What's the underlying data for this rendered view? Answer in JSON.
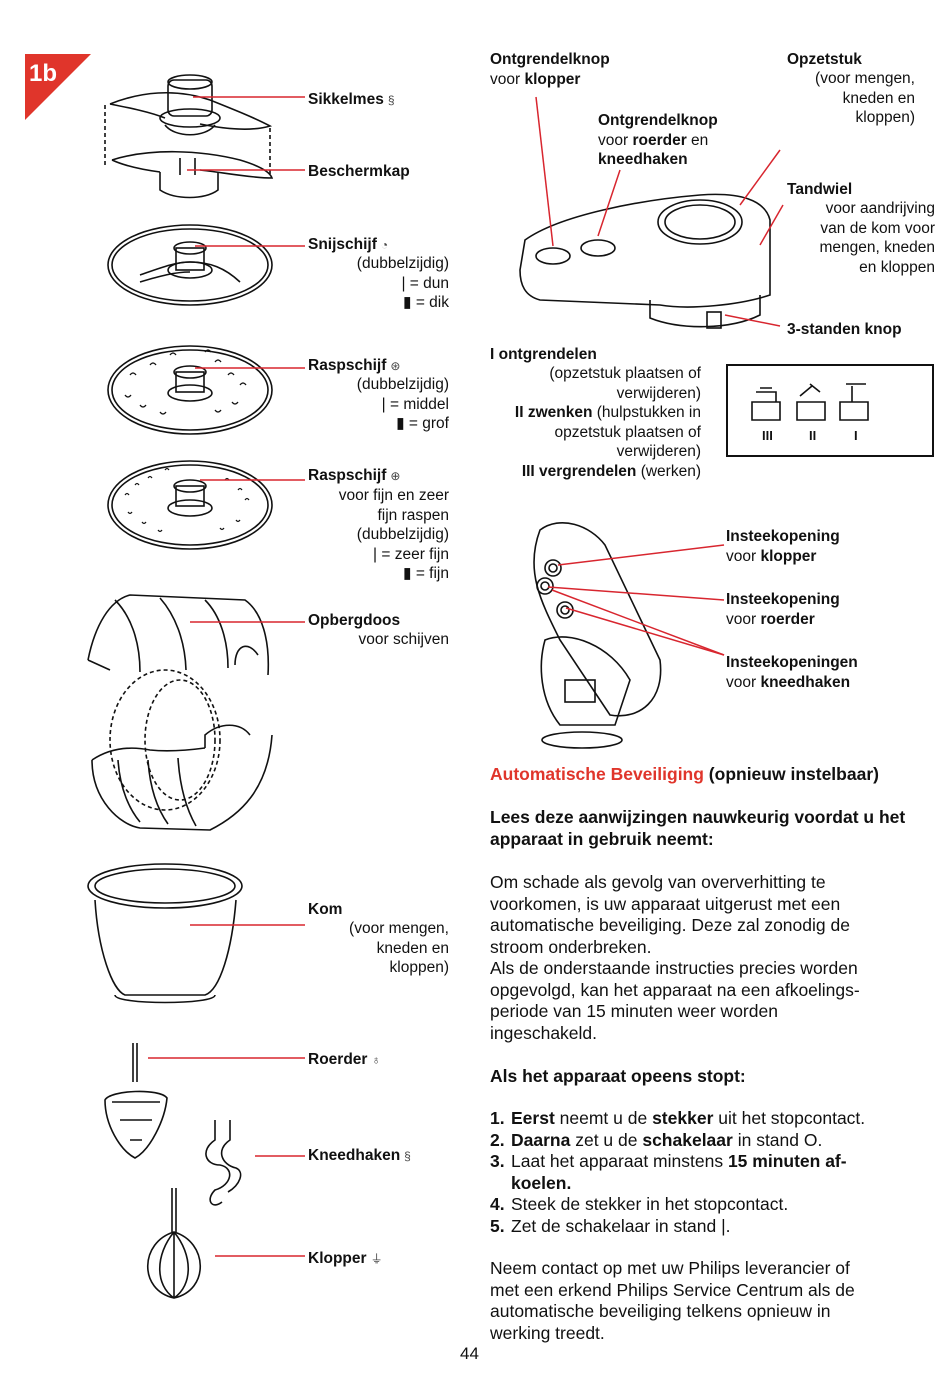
{
  "section_tag": "1b",
  "page_number": "44",
  "left_labels": {
    "sikkelmes": {
      "name": "Sikkelmes"
    },
    "beschermkap": {
      "name": "Beschermkap"
    },
    "snijschijf": {
      "name": "Snijschijf",
      "l1": "(dubbelzijdig)",
      "l2": "| = dun",
      "l3": "= dik"
    },
    "raspschijf1": {
      "name": "Raspschijf",
      "l1": "(dubbelzijdig)",
      "l2": "| = middel",
      "l3": "= grof"
    },
    "raspschijf2": {
      "name": "Raspschijf",
      "l1": "voor fijn en zeer",
      "l2": "fijn raspen",
      "l3": "(dubbelzijdig)",
      "l4": "| = zeer fijn",
      "l5": "= fijn"
    },
    "opbergdoos": {
      "name": "Opbergdoos",
      "l1": "voor schijven"
    },
    "kom": {
      "name": "Kom",
      "l1": "(voor mengen,",
      "l2": "kneden en",
      "l3": "kloppen)"
    },
    "roerder": {
      "name": "Roerder"
    },
    "kneedhaken": {
      "name": "Kneedhaken"
    },
    "klopper": {
      "name": "Klopper"
    }
  },
  "top_right": {
    "ontgr_klopper": {
      "l1": "Ontgrendelknop",
      "l2a": "voor ",
      "l2b": "klopper"
    },
    "ontgr_roerder": {
      "l1": "Ontgrendelknop",
      "l2a": "voor ",
      "l2b": "roerder",
      "l2c": " en",
      "l3": "kneedhaken"
    },
    "opzetstuk": {
      "name": "Opzetstuk",
      "l1": "(voor mengen,",
      "l2": "kneden en",
      "l3": "kloppen)"
    },
    "tandwiel": {
      "name": "Tandwiel",
      "l1": "voor aandrijving",
      "l2": "van de kom voor",
      "l3": "mengen,  kneden",
      "l4": "en kloppen"
    },
    "knop": {
      "name": "3-standen knop"
    }
  },
  "positions": {
    "p1_name": "I ontgrendelen",
    "p1_l1": "(opzetstuk plaatsen of",
    "p1_l2": "verwijderen)",
    "p2_name": "II zwenken",
    "p2_rest": " (hulpstukken in",
    "p2_l1": "opzetstuk plaatsen of",
    "p2_l2": "verwijderen)",
    "p3_name": "III vergrendelen",
    "p3_rest": " (werken)",
    "box_labels": [
      "III",
      "II",
      "I"
    ]
  },
  "insteek": {
    "klopper": {
      "l1": "Insteekopening",
      "l2a": "voor ",
      "l2b": "klopper"
    },
    "roerder": {
      "l1": "Insteekopening",
      "l2a": "voor ",
      "l2b": "roerder"
    },
    "kneedhaken": {
      "l1": "Insteekopeningen",
      "l2a": "voor ",
      "l2b": "kneedhaken"
    }
  },
  "text": {
    "heading_red": "Automatische Beveiliging",
    "heading_rest": " (opnieuw instelbaar)",
    "intro": "Lees deze aanwijzingen nauwkeurig voordat u het apparaat in gebruik neemt:",
    "para1_l1": "Om schade als gevolg van oververhitting te",
    "para1_l2": "voorkomen, is uw apparaat uitgerust met een",
    "para1_l3": "automatische beveiliging. Deze zal zonodig de",
    "para1_l4": "stroom onderbreken.",
    "para2_l1": "Als de onderstaande instructies precies worden",
    "para2_l2": "opgevolgd, kan het apparaat na een afkoelings-",
    "para2_l3": "periode van 15 minuten weer worden",
    "para2_l4": "ingeschakeld.",
    "stop_heading": "Als het apparaat opeens stopt:",
    "steps": [
      {
        "n": "1.",
        "a": "Eerst",
        "b": " neemt u de ",
        "c": "stekker",
        "d": " uit het stopcontact."
      },
      {
        "n": "2.",
        "a": "Daarna",
        "b": " zet u de ",
        "c": "schakelaar",
        "d": " in stand O."
      },
      {
        "n": "3.",
        "a": "",
        "b": "Laat het apparaat minstens ",
        "c": "15 minuten af-",
        "d": ""
      },
      {
        "n": "",
        "a": "",
        "b": "",
        "c": "koelen",
        "d": "."
      },
      {
        "n": "4.",
        "a": "",
        "b": "Steek de stekker in het stopcontact.",
        "c": "",
        "d": ""
      },
      {
        "n": "5.",
        "a": "",
        "b": "Zet de schakelaar in stand |.",
        "c": "",
        "d": ""
      }
    ],
    "final_l1": "Neem contact op met uw Philips leverancier of",
    "final_l2": "met een erkend Philips Service Centrum als de",
    "final_l3": "automatische beveiliging telkens opnieuw in",
    "final_l4": "werking treedt."
  },
  "colors": {
    "accent": "#e0352b",
    "line": "#d8262f"
  }
}
